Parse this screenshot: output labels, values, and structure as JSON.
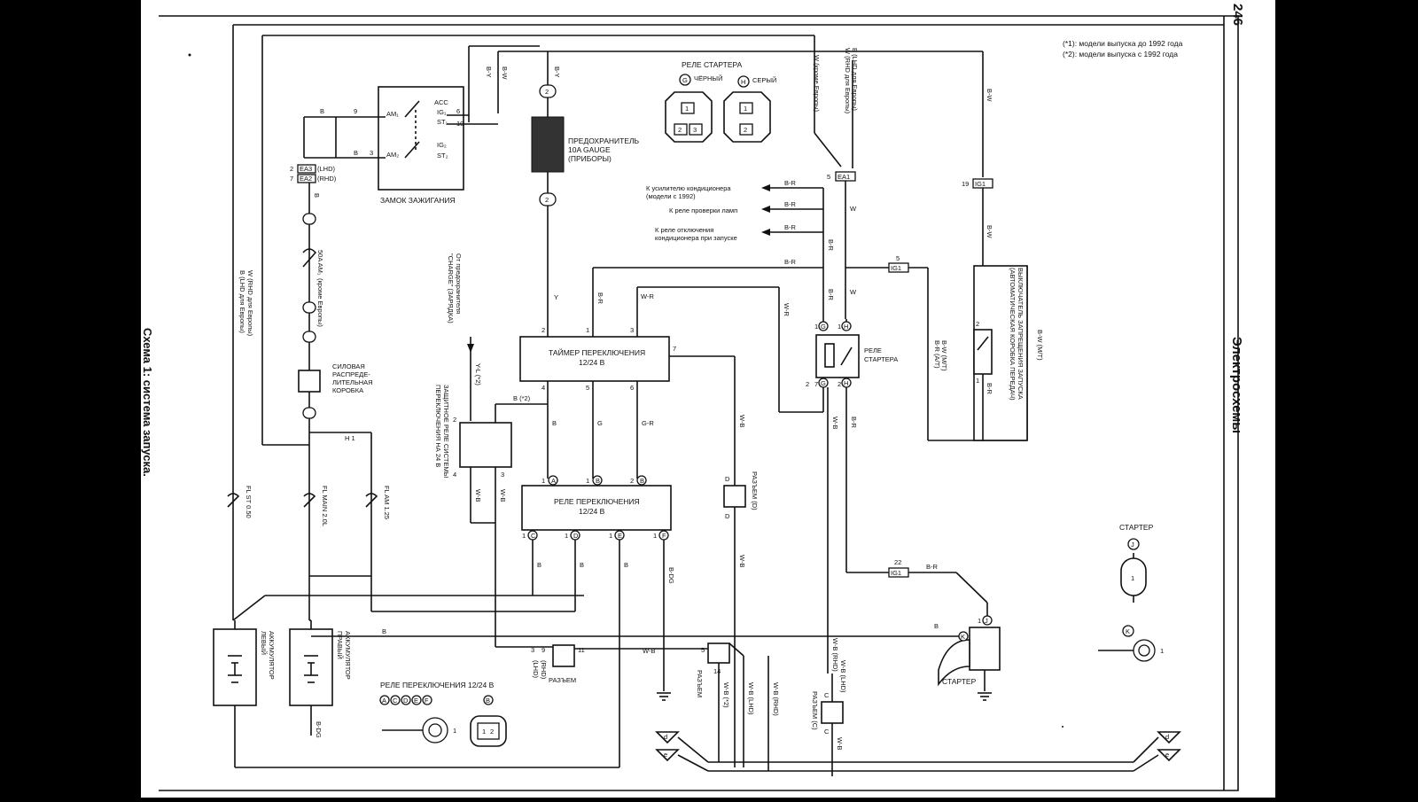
{
  "page": {
    "number": "246",
    "section_title": "Электросхемы",
    "caption": "Схема 1: система запуска.",
    "notes": [
      "(*1): модели выпуска до 1992 года",
      "(*2): модели выпуска с 1992 года"
    ]
  },
  "components": {
    "ignition_switch": {
      "label": "ЗАМОК ЗАЖИГАНИЯ",
      "terminals": [
        "AM₁",
        "AM₂",
        "ACC",
        "IG₁",
        "ST₁",
        "IG₂",
        "ST₂"
      ],
      "pins": [
        "9",
        "6",
        "10",
        "3"
      ]
    },
    "fuse_gauge": {
      "label_lines": [
        "ПРЕДОХРАНИТЕЛЬ",
        "10A GAUGE",
        "(ПРИБОРЫ)"
      ]
    },
    "starter_relay_connectors": {
      "title": "РЕЛЕ СТАРТЕРА",
      "g_label": "ЧЁРНЫЙ",
      "h_label": "СЕРЫЙ",
      "g_letter": "G",
      "h_letter": "H",
      "g_pins": [
        "1",
        "2",
        "3"
      ],
      "h_pins": [
        "1",
        "2"
      ]
    },
    "timer": {
      "label_lines": [
        "ТАЙМЕР ПЕРЕКЛЮЧЕНИЯ",
        "12/24 В"
      ],
      "pins": [
        "2",
        "1",
        "3",
        "4",
        "5",
        "6",
        "7"
      ]
    },
    "switch_relay": {
      "label_lines": [
        "РЕЛЕ ПЕРЕКЛЮЧЕНИЯ",
        "12/24 В"
      ],
      "top_pins": [
        "1",
        "1",
        "2"
      ],
      "top_letters": [
        "A",
        "B",
        "B"
      ],
      "bottom_pins": [
        "1",
        "1",
        "1",
        "1"
      ],
      "bottom_letters": [
        "C",
        "D",
        "E",
        "F"
      ]
    },
    "starter_relay": {
      "label_lines": [
        "РЕЛЕ",
        "СТАРТЕРА"
      ],
      "pins_top": [
        "1",
        "1"
      ],
      "pins_bottom": [
        "2",
        "7",
        "2"
      ]
    },
    "power_box": {
      "label_lines": [
        "СИЛОВАЯ",
        "РАСПРЕДЕ-",
        "ЛИТЕЛЬНАЯ",
        "КОРОБКА"
      ]
    },
    "fuse_am1": {
      "label": "50A AM₁"
    },
    "protective_relay": {
      "label_lines": [
        "ЗАЩИТНОЕ РЕЛЕ СИСТЕМЫ",
        "ПЕРЕКЛЮЧЕНИЯ НА 24 В"
      ]
    },
    "charge_source": {
      "label_lines": [
        "От предохранителя",
        "\"CHARGE\" (ЗАРЯДКА)"
      ]
    },
    "neutral_switch": {
      "label_lines": [
        "ВЫКЛЮЧАТЕЛЬ ЗАПРЕЩЕНИЯ ЗАПУСКА",
        "(АВТОМАТИЧЕСКАЯ КОРОБКА ПЕРЕДАЧ)"
      ]
    },
    "left_battery": {
      "label_lines": [
        "ЛЕВЫЙ",
        "АККУМУЛЯТОР"
      ]
    },
    "right_battery": {
      "label_lines": [
        "ПРАВЫЙ",
        "АККУМУЛЯТОР"
      ]
    },
    "starter": {
      "label": "СТАРТЕР"
    },
    "starter_connectors": {
      "title": "СТАРТЕР",
      "j_letter": "J",
      "k_letter": "K",
      "j_pin": "1",
      "k_pin": "1"
    },
    "switch_relay_connectors": {
      "title": "РЕЛЕ ПЕРЕКЛЮЧЕНИЯ 12/24 В",
      "letters_left": [
        "A",
        "C",
        "D",
        "E",
        "F"
      ],
      "letter_right": "B",
      "pin_left": "1",
      "pins_right": [
        "1",
        "2"
      ]
    },
    "connector_d": {
      "label": "РАЗЪЕМ (D)",
      "letter": "D"
    },
    "connector_c": {
      "label": "РАЗЪЕМ (C)",
      "letter": "C"
    },
    "connector_3_9_11": {
      "label": "РАЗЪЕМ",
      "pins": [
        "3",
        "9",
        "11"
      ],
      "notes": [
        "(RHD)",
        "(LHD)"
      ]
    },
    "connector_5_14": {
      "label": "РАЗЪЕМ",
      "pins": [
        "5",
        "14"
      ]
    },
    "fusible_links": [
      "FL ST 0.50",
      "FL MAIN 2.0L",
      "FL AM 1.25"
    ],
    "flag_labels": [
      "d",
      "e"
    ]
  },
  "connectors_labels": {
    "ea3": "EA3",
    "ea2": "EA2",
    "lhd": "(LHD)",
    "rhd": "(RHD)",
    "ea1": "EA1",
    "ig1": "IG1"
  },
  "outputs": [
    {
      "label_lines": [
        "К усилителю кондиционера",
        "(модели с 1992)"
      ],
      "wire": "B-R"
    },
    {
      "label_lines": [
        "К реле проверки ламп"
      ],
      "wire": "B-R"
    },
    {
      "label_lines": [
        "К реле отключения",
        "кондиционера при запуске"
      ],
      "wire": "B-R"
    }
  ],
  "wires": {
    "b": "B",
    "by": "B-Y",
    "bw": "B-W",
    "br": "B-R",
    "w": "W",
    "y": "Y",
    "wr": "W-R",
    "g": "G",
    "gr": "G-R",
    "wb": "W-B",
    "bdg": "B-DG",
    "yl2": "Y-L (*2)",
    "b2": "B (*2)",
    "bw_mt": "B-W (M/T)",
    "br_at": "B-R (A/T)",
    "h1": "H 1",
    "w_rhd_eu": "W (RHD для Европы)",
    "b_lhd_eu": "B (LHD для Европы)",
    "w_not_eu": "W (кроме Европы)",
    "note_not_eu": "(кроме Европы)",
    "wb_2": "W-B (*2)",
    "wb_lhd": "W-B (LHD)",
    "wb_rhd": "W-B (RHD)"
  }
}
